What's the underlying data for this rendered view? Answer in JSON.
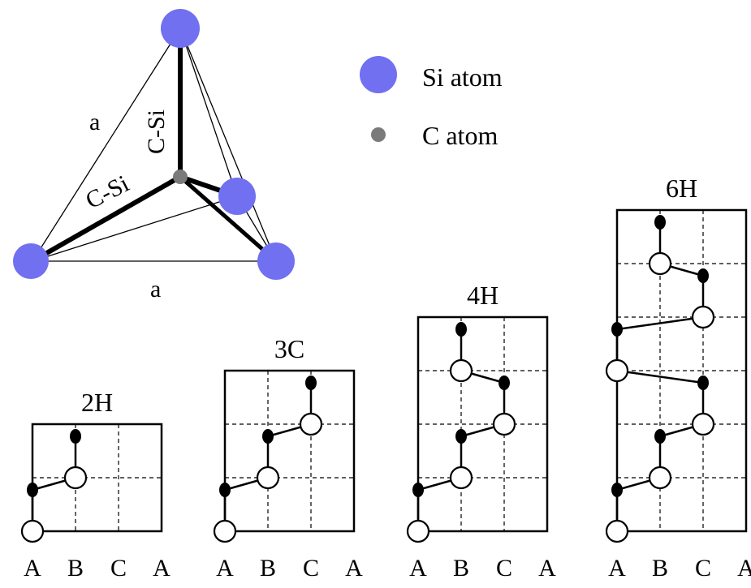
{
  "legend": {
    "si_label": "Si atom",
    "c_label": "C atom",
    "si_color": "#7070f0",
    "c_color": "#7a7a7a"
  },
  "tetrahedron": {
    "edge_label_left": "a",
    "edge_label_bottom": "a",
    "bond_label_vertical": "C-Si",
    "bond_label_diagonal": "C-Si"
  },
  "polytypes": [
    {
      "name": "2H",
      "stacking": [
        "A",
        "B"
      ]
    },
    {
      "name": "3C",
      "stacking": [
        "A",
        "B",
        "C"
      ]
    },
    {
      "name": "4H",
      "stacking": [
        "A",
        "B",
        "C",
        "B"
      ]
    },
    {
      "name": "6H",
      "stacking": [
        "A",
        "B",
        "C",
        "A",
        "C",
        "B"
      ]
    }
  ],
  "axis_labels": [
    "A",
    "B",
    "C",
    "A"
  ]
}
